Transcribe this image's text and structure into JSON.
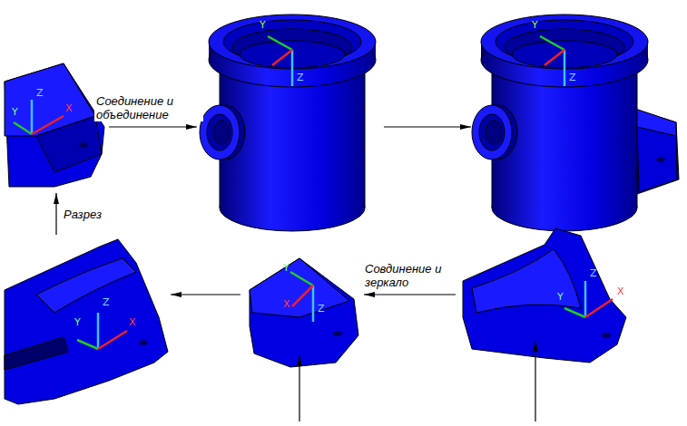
{
  "diagram": {
    "nodes": [
      {
        "text": [
          "Y",
          "Z",
          "X"
        ]
      },
      {
        "text": [
          "Y",
          "Z"
        ]
      },
      {
        "text": [
          "Y",
          "Z"
        ]
      },
      {
        "text": [
          "Z",
          "Y",
          "X"
        ]
      },
      {
        "text": [
          "Y",
          "X",
          "Z"
        ]
      },
      {
        "text": [
          "Z",
          "Y",
          "X"
        ]
      }
    ],
    "edges": [
      {
        "from": 0,
        "to": 1,
        "label": "Соединение и объединение",
        "arrow": "to"
      },
      {
        "from": 1,
        "to": 2,
        "arrow": "to"
      },
      {
        "from": 5,
        "to": 4,
        "label": "Совдинение и зеркало",
        "arrow": "to"
      },
      {
        "from": 4,
        "to": 3,
        "arrow": "to"
      },
      {
        "from": 3,
        "to": 0,
        "label": "Разрез",
        "arrow": "to"
      }
    ]
  }
}
